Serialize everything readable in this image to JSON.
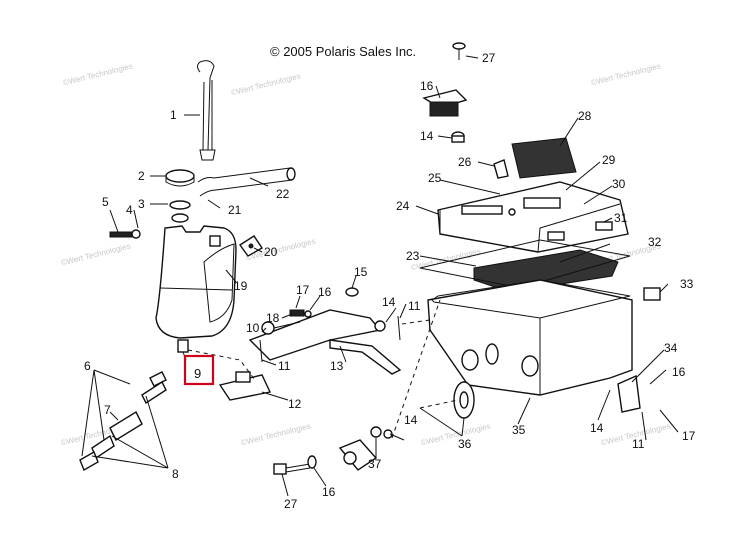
{
  "copyright": "© 2005 Polaris Sales Inc.",
  "watermark": "©Wert Technologies",
  "highlight": {
    "label": "9",
    "color": "#d0021b"
  },
  "callouts": [
    "1",
    "2",
    "3",
    "4",
    "5",
    "6",
    "7",
    "8",
    "10",
    "11",
    "12",
    "13",
    "14",
    "15",
    "16",
    "17",
    "18",
    "19",
    "20",
    "21",
    "22",
    "23",
    "24",
    "25",
    "26",
    "27",
    "28",
    "29",
    "30",
    "31",
    "32",
    "33",
    "34",
    "35",
    "36",
    "37"
  ]
}
